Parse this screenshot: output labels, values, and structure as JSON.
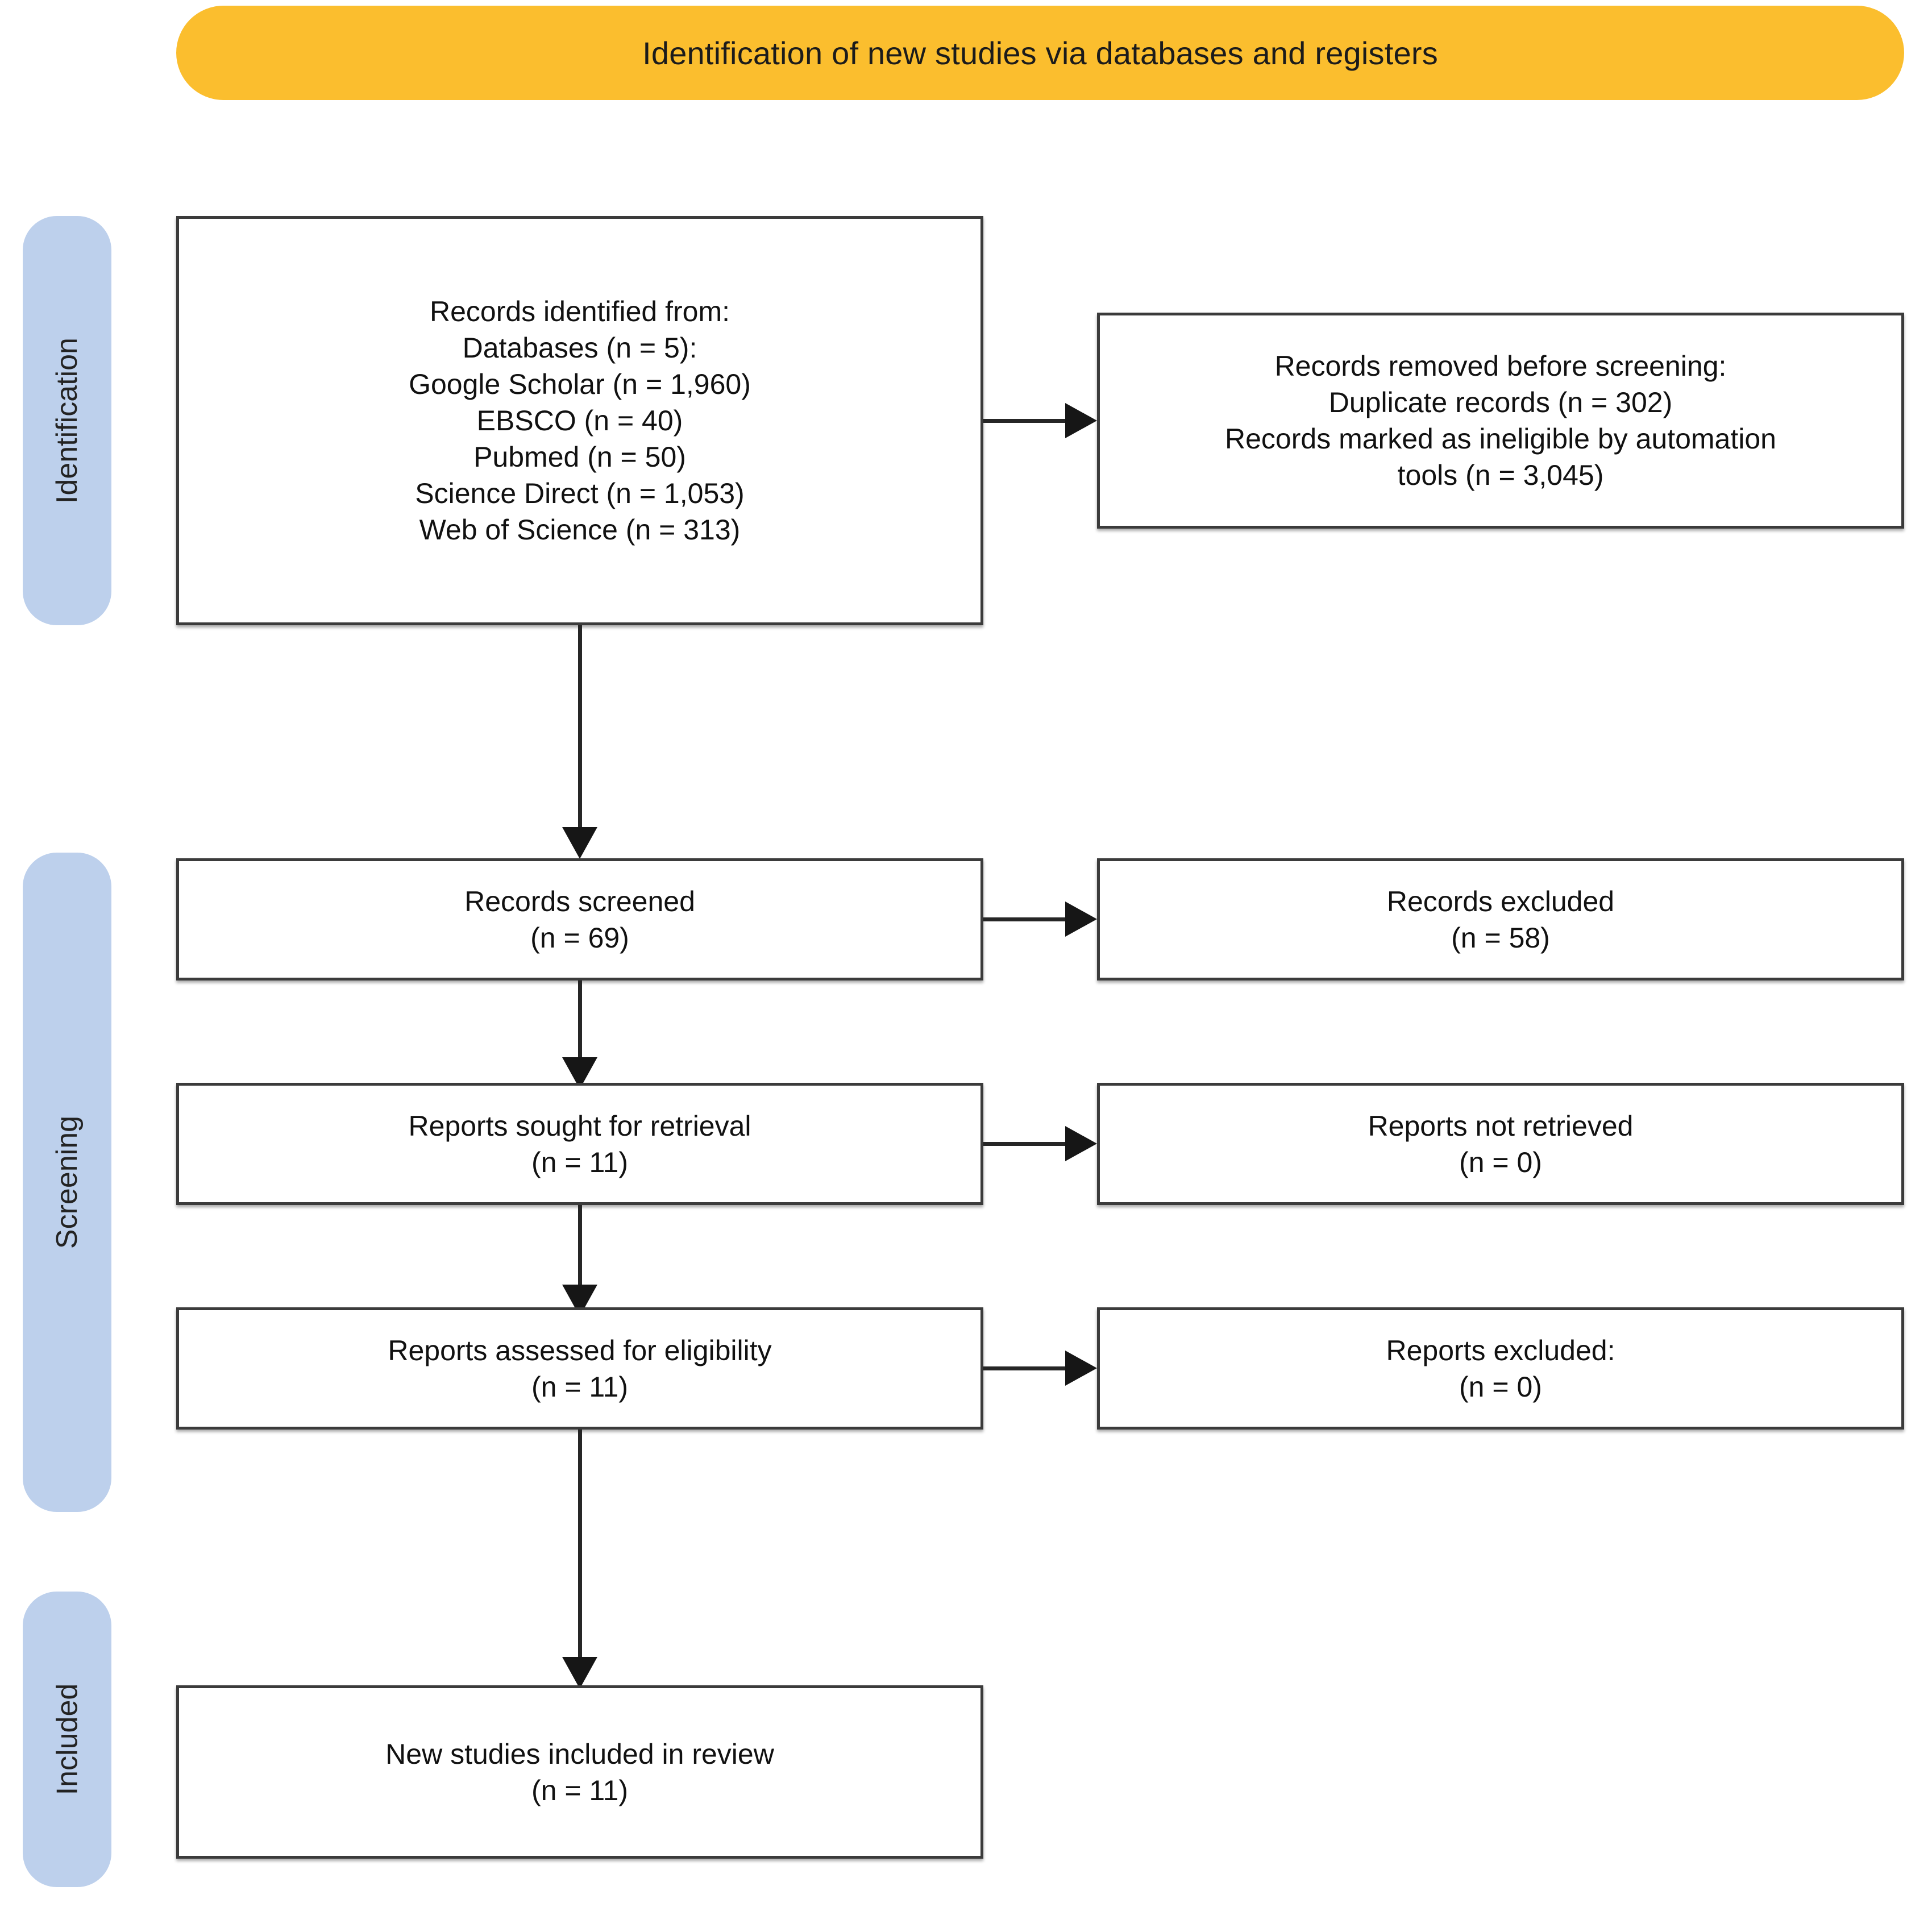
{
  "banner": {
    "title": "Identification of new studies via databases and registers",
    "color": "#FBBE2E"
  },
  "stages": [
    {
      "label": "Identification",
      "color": "#BDD0EC"
    },
    {
      "label": "Screening",
      "color": "#BDD0EC"
    },
    {
      "label": "Included",
      "color": "#BDD0EC"
    }
  ],
  "chart_data": {
    "type": "diagram",
    "title": "Identification of new studies via databases and registers",
    "nodes": [
      {
        "id": "identified",
        "stage": "Identification",
        "column": "left",
        "text": "Records identified from:\nDatabases (n = 5):\nGoogle Scholar (n = 1,960)\nEBSCO (n = 40)\nPubmed (n = 50)\nScience Direct (n = 1,053)\nWeb of Science (n = 313)"
      },
      {
        "id": "removed",
        "stage": "Identification",
        "column": "right",
        "text": "Records removed before screening:\nDuplicate records (n = 302)\nRecords marked as ineligible by automation\ntools (n = 3,045)"
      },
      {
        "id": "screened",
        "stage": "Screening",
        "column": "left",
        "text": "Records screened\n(n = 69)"
      },
      {
        "id": "records-excluded",
        "stage": "Screening",
        "column": "right",
        "text": "Records excluded\n(n = 58)"
      },
      {
        "id": "sought",
        "stage": "Screening",
        "column": "left",
        "text": "Reports sought for retrieval\n(n = 11)"
      },
      {
        "id": "not-retrieved",
        "stage": "Screening",
        "column": "right",
        "text": "Reports not retrieved\n(n = 0)"
      },
      {
        "id": "assessed",
        "stage": "Screening",
        "column": "left",
        "text": "Reports assessed for eligibility\n(n = 11)"
      },
      {
        "id": "reports-excluded",
        "stage": "Screening",
        "column": "right",
        "text": "Reports excluded:\n(n = 0)"
      },
      {
        "id": "included",
        "stage": "Included",
        "column": "left",
        "text": "New studies included in review\n(n = 11)"
      }
    ],
    "edges": [
      {
        "from": "identified",
        "to": "removed",
        "direction": "right"
      },
      {
        "from": "identified",
        "to": "screened",
        "direction": "down"
      },
      {
        "from": "screened",
        "to": "records-excluded",
        "direction": "right"
      },
      {
        "from": "screened",
        "to": "sought",
        "direction": "down"
      },
      {
        "from": "sought",
        "to": "not-retrieved",
        "direction": "right"
      },
      {
        "from": "sought",
        "to": "assessed",
        "direction": "down"
      },
      {
        "from": "assessed",
        "to": "reports-excluded",
        "direction": "right"
      },
      {
        "from": "assessed",
        "to": "included",
        "direction": "down"
      }
    ],
    "counts": {
      "databases": 5,
      "google_scholar": 1960,
      "ebsco": 40,
      "pubmed": 50,
      "science_direct": 1053,
      "web_of_science": 313,
      "duplicate_records": 302,
      "ineligible_automation_tools": 3045,
      "records_screened": 69,
      "records_excluded": 58,
      "reports_sought": 11,
      "reports_not_retrieved": 0,
      "reports_assessed": 11,
      "reports_excluded": 0,
      "studies_included": 11
    }
  }
}
